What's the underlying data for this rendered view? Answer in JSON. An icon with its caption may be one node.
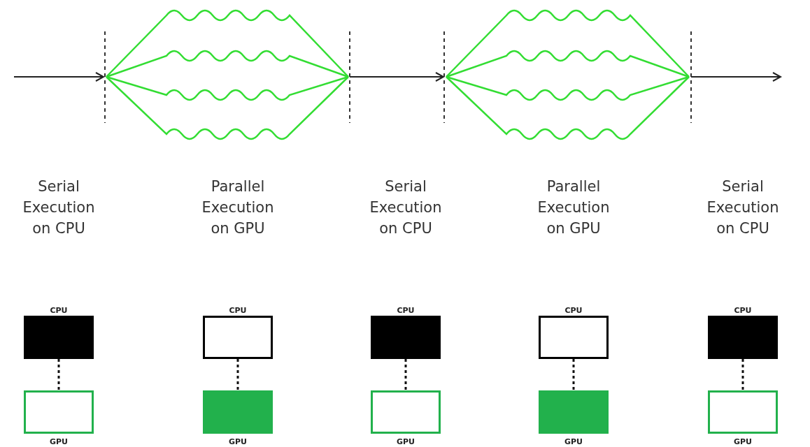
{
  "diagram": {
    "nodes": [
      {
        "text": [
          "CPU"
        ]
      },
      {
        "text": [
          "CPU"
        ]
      },
      {
        "text": [
          "CPU"
        ]
      },
      {
        "text": [
          "CPU"
        ]
      },
      {
        "text": [
          "CPU"
        ]
      },
      {
        "text": [
          "GPU"
        ]
      },
      {
        "text": [
          "GPU"
        ]
      },
      {
        "text": [
          "GPU"
        ]
      },
      {
        "text": [
          "GPU"
        ]
      },
      {
        "text": [
          "GPU"
        ]
      }
    ],
    "edges": [
      {
        "from": 0,
        "to": 5,
        "arrow": "none",
        "style": "dashed"
      },
      {
        "from": 1,
        "to": 6,
        "arrow": "none",
        "style": "dashed"
      },
      {
        "from": 2,
        "to": 7,
        "arrow": "none",
        "style": "dashed"
      },
      {
        "from": 3,
        "to": 8,
        "arrow": "none",
        "style": "dashed"
      },
      {
        "from": 4,
        "to": 9,
        "arrow": "none",
        "style": "dashed"
      }
    ],
    "labels": [
      "Serial Execution on CPU",
      "Parallel Execution on GPU",
      "Serial Execution on CPU",
      "Parallel Execution on GPU",
      "Serial Execution on CPU"
    ]
  }
}
